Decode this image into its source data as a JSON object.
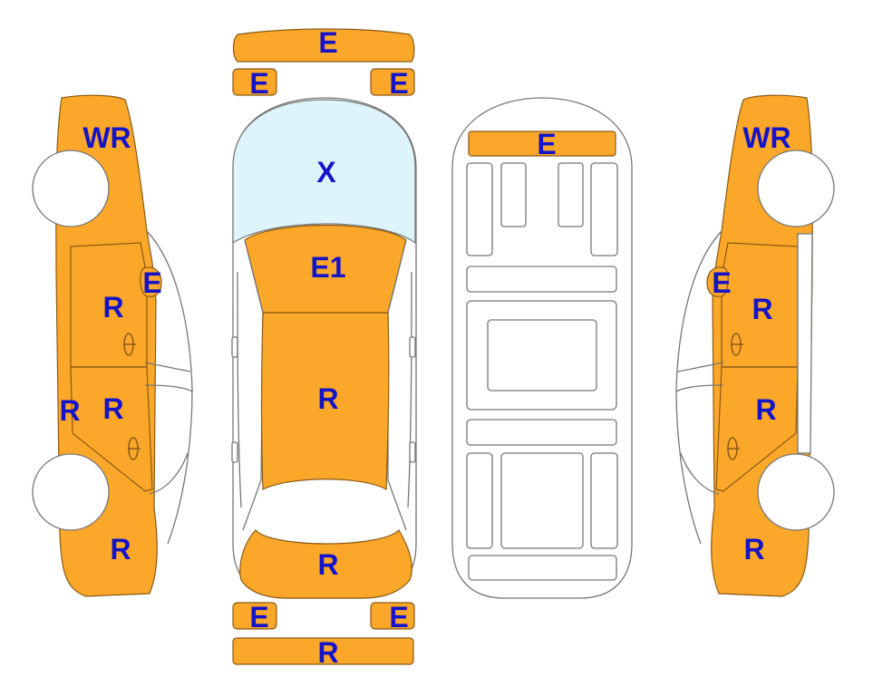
{
  "colors": {
    "panel_fill": "#FBA72A",
    "panel_stroke": "#8a5a14",
    "glass_fill": "#DDF4FA",
    "outline": "#777777",
    "label": "#1414C8",
    "wheel_fill": "#ffffff"
  },
  "front_bumper": {
    "label": "E"
  },
  "left_headlight": {
    "label": "E"
  },
  "right_headlight": {
    "label": "E"
  },
  "windshield": {
    "label": "X"
  },
  "hood": {
    "label": "E1"
  },
  "roof": {
    "label": "R"
  },
  "trunk": {
    "label": "R"
  },
  "left_taillight": {
    "label": "E"
  },
  "right_taillight": {
    "label": "E"
  },
  "rear_bumper": {
    "label": "R"
  },
  "underbody": {
    "front_crossmember": {
      "label": "E"
    }
  },
  "left_side": {
    "front_fender": {
      "label": "WR"
    },
    "mirror": {
      "label": "E"
    },
    "front_door": {
      "label": "R"
    },
    "rear_door": {
      "label": "R"
    },
    "sill": {
      "label": "R"
    },
    "rear_quarter": {
      "label": "R"
    }
  },
  "right_side": {
    "front_fender": {
      "label": "WR"
    },
    "mirror": {
      "label": "E"
    },
    "front_door": {
      "label": "R"
    },
    "rear_door": {
      "label": "R"
    },
    "rear_quarter": {
      "label": "R"
    }
  }
}
